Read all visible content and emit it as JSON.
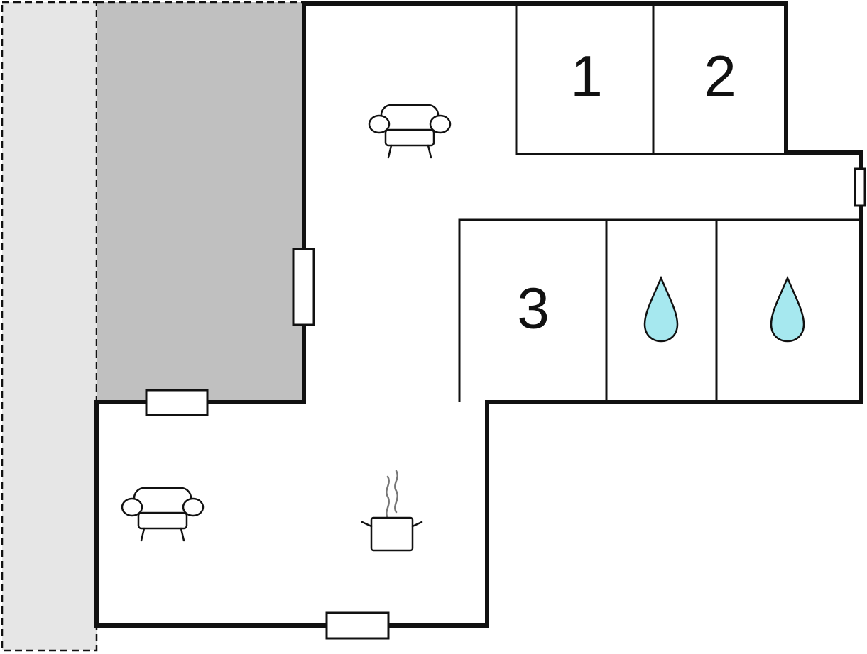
{
  "colors": {
    "outer_area": "#e6e6e6",
    "terrace": "#c0c0c0",
    "wall": "#111111",
    "water_drop_fill": "#a6e8ef",
    "water_drop_stroke": "#111111",
    "steam": "#777777"
  },
  "rooms": {
    "bedroom_1": {
      "label": "1"
    },
    "bedroom_2": {
      "label": "2"
    },
    "bedroom_3": {
      "label": "3"
    }
  },
  "icons": {
    "living_sofa": "armchair-icon",
    "lower_sofa": "armchair-icon",
    "kitchen": "cooking-pot-icon",
    "bathroom_1": "water-drop-icon",
    "bathroom_2": "water-drop-icon"
  }
}
